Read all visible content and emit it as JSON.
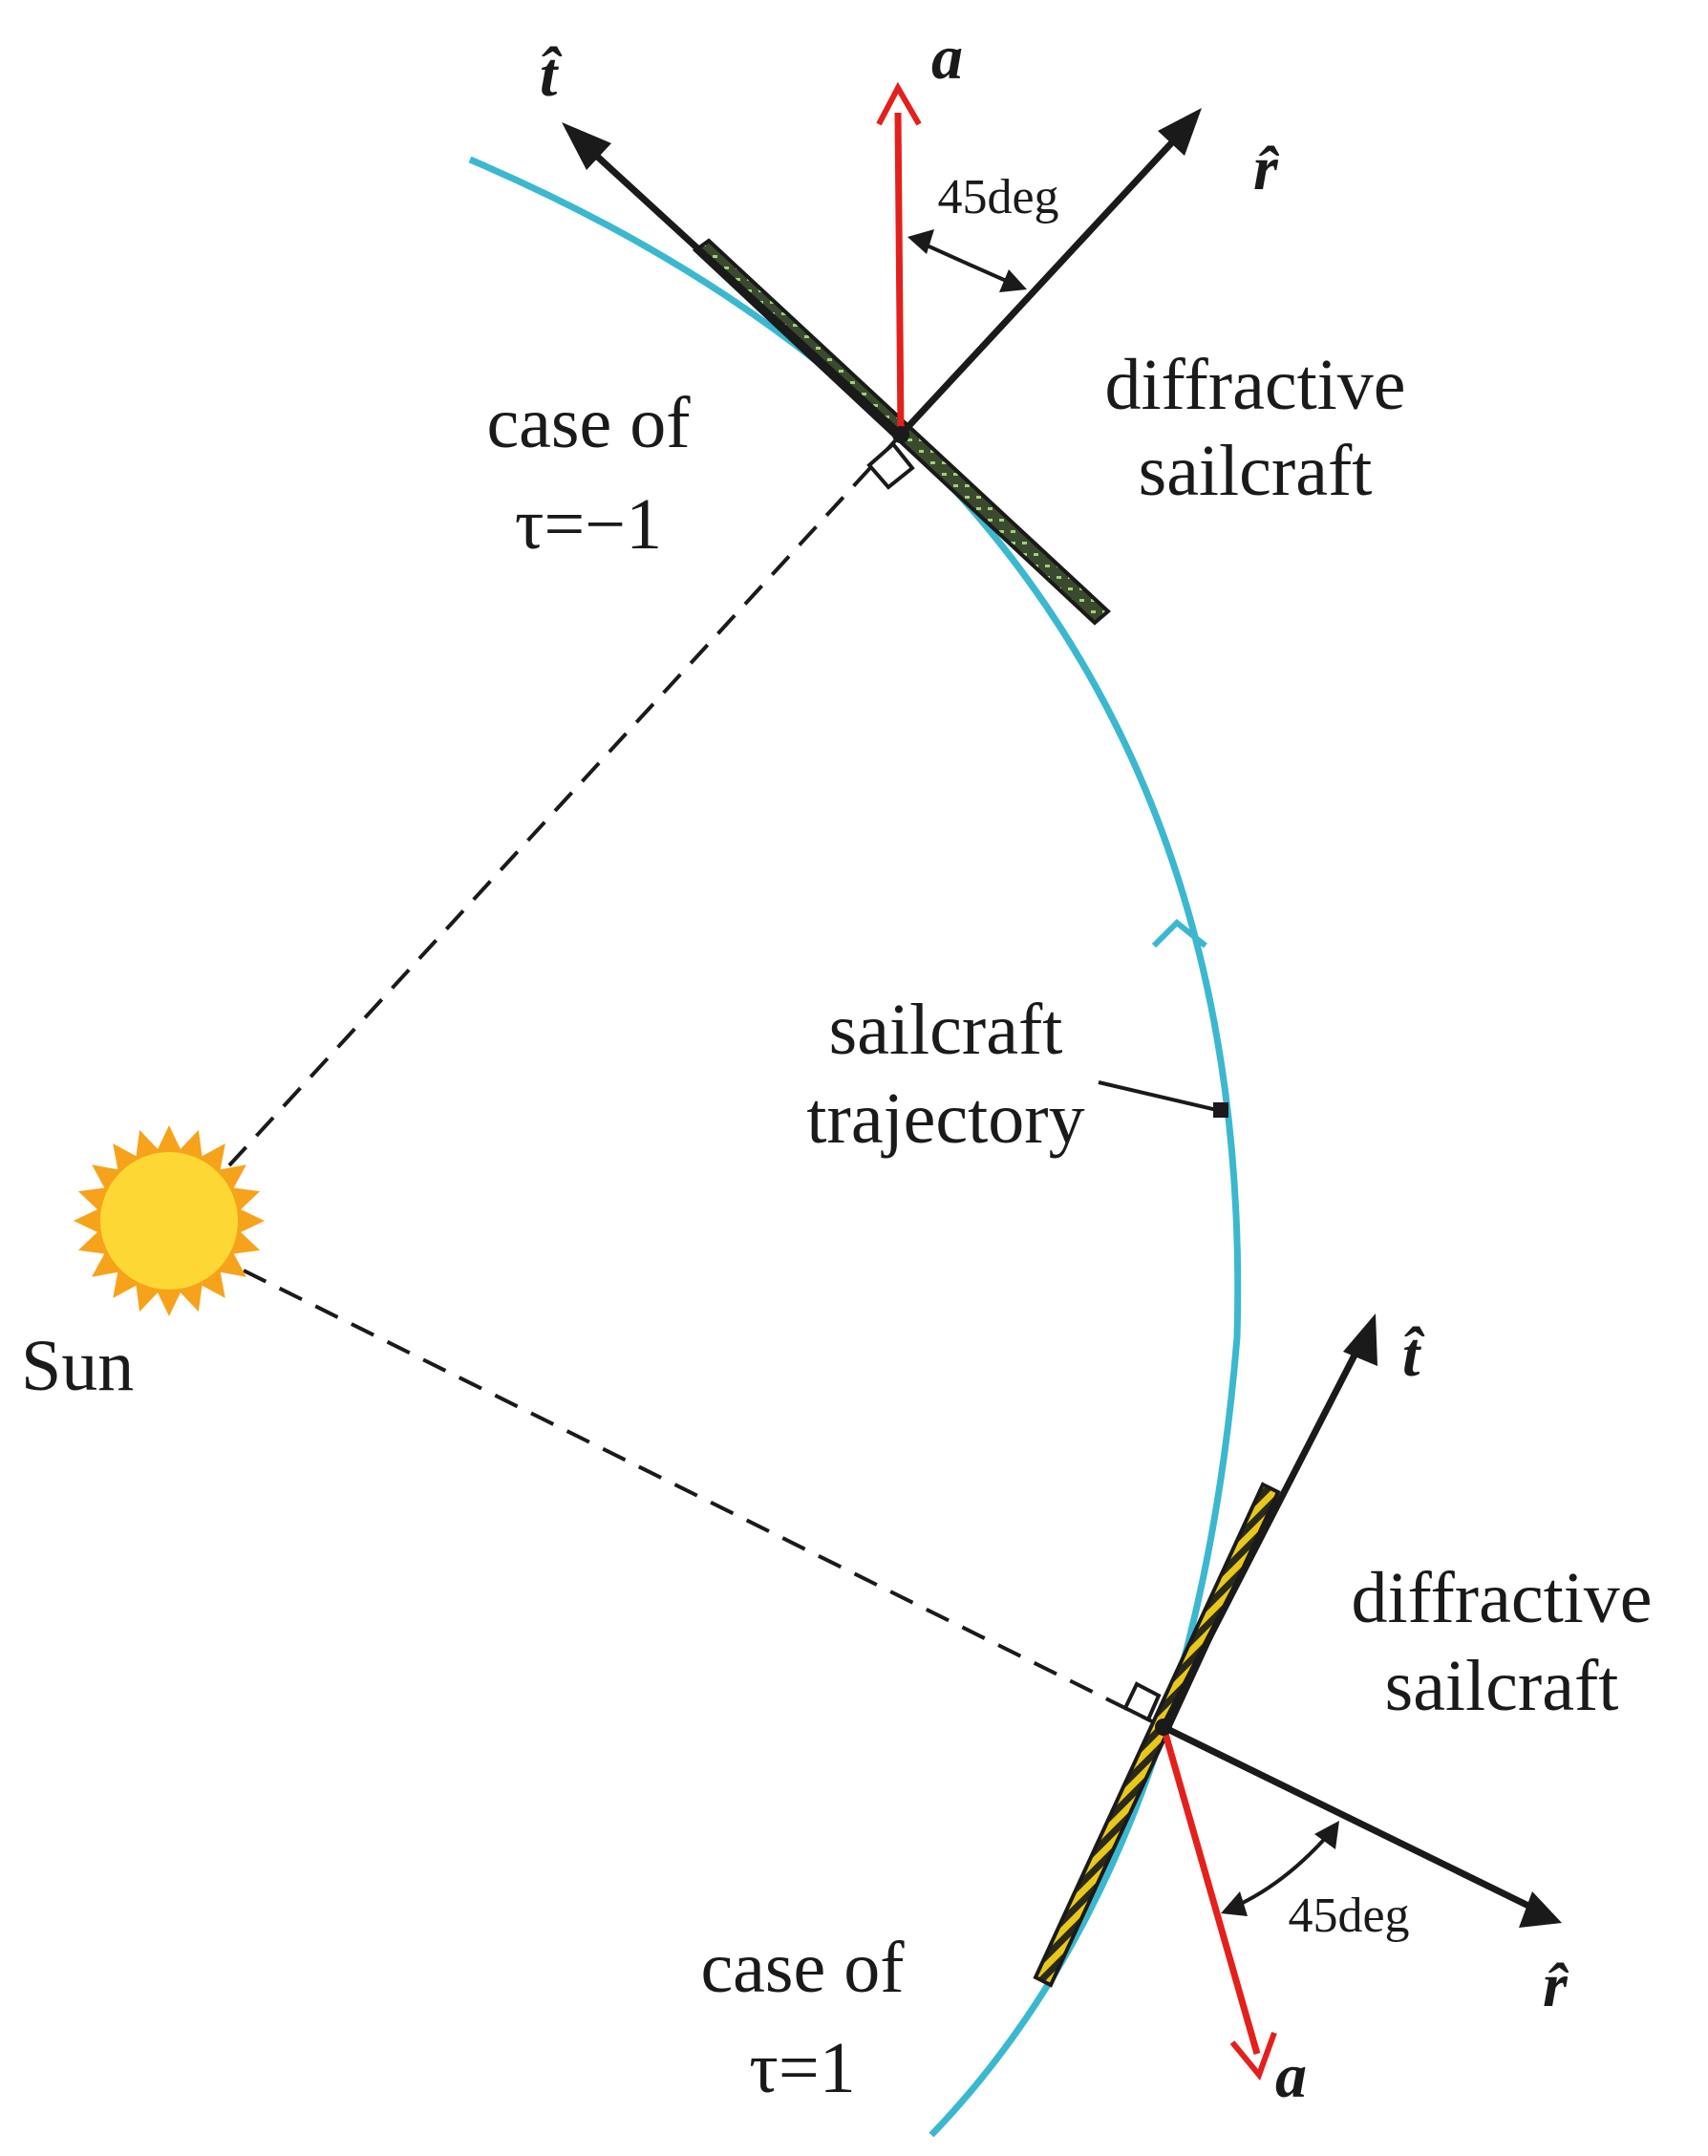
{
  "colors": {
    "trajectory": "#3bb8d0",
    "accel": "#e3201c",
    "ink": "#1a1a1a",
    "sun_core": "#fdd835",
    "sun_rays": "#f7a21b",
    "sail_green": "#7fb35a",
    "sail_yellow": "#e8c81a"
  },
  "labels": {
    "sun": "Sun",
    "trajectory_line1": "sailcraft",
    "trajectory_line2": "trajectory",
    "top": {
      "craft_line1": "diffractive",
      "craft_line2": "sailcraft",
      "case_line1": "case of",
      "case_line2": "τ=−1",
      "angle": "45deg",
      "t_hat": "t̂",
      "r_hat": "r̂",
      "a": "a"
    },
    "bottom": {
      "craft_line1": "diffractive",
      "craft_line2": "sailcraft",
      "case_line1": "case of",
      "case_line2": "τ=1",
      "angle": "45deg",
      "t_hat": "t̂",
      "r_hat": "r̂",
      "a": "a"
    }
  }
}
